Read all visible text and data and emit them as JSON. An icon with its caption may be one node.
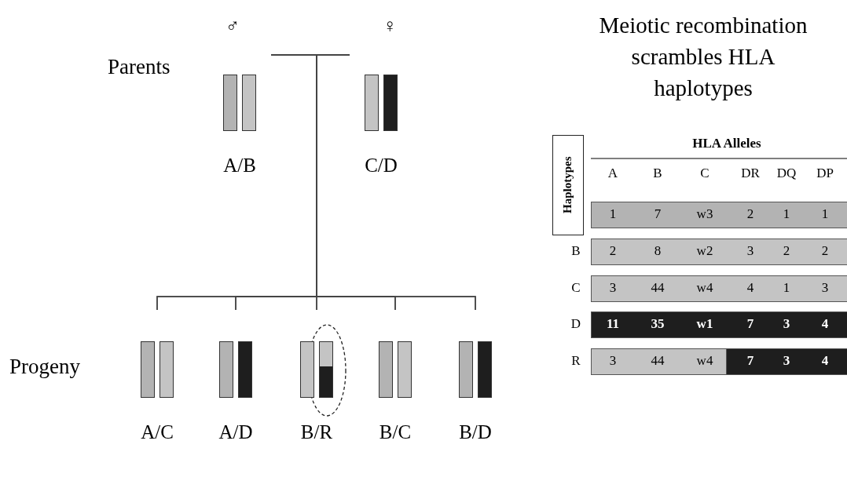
{
  "diagram": {
    "title": "Meiotic recombination scrambles HLA haplotypes",
    "nodes": [
      {
        "text": [
          "A/B"
        ],
        "beside": [
          "♂"
        ]
      },
      {
        "text": [
          "C/D"
        ],
        "beside": [
          "♀"
        ]
      },
      {
        "text": [
          "A/C"
        ]
      },
      {
        "text": [
          "A/D"
        ]
      },
      {
        "text": [
          "B/R"
        ]
      },
      {
        "text": [
          "B/C"
        ]
      },
      {
        "text": [
          "B/D"
        ]
      }
    ],
    "edges": [
      {
        "from": 0,
        "to": 2,
        "arrow": "none"
      },
      {
        "from": 0,
        "to": 3,
        "arrow": "none"
      },
      {
        "from": 0,
        "to": 4,
        "arrow": "none"
      },
      {
        "from": 0,
        "to": 5,
        "arrow": "none"
      },
      {
        "from": 0,
        "to": 6,
        "arrow": "none"
      },
      {
        "from": 1,
        "to": 2,
        "arrow": "none"
      },
      {
        "from": 1,
        "to": 3,
        "arrow": "none"
      },
      {
        "from": 1,
        "to": 4,
        "arrow": "none"
      },
      {
        "from": 1,
        "to": 5,
        "arrow": "none"
      },
      {
        "from": 1,
        "to": 6,
        "arrow": "none"
      }
    ],
    "labels": [
      "Parents",
      "Progeny",
      "Haplotypes",
      "HLA Alleles",
      "A",
      "B",
      "C",
      "DR",
      "DQ",
      "DP",
      "1",
      "7",
      "w3",
      "2",
      "1",
      "1",
      "B",
      "2",
      "8",
      "w2",
      "3",
      "2",
      "2",
      "C",
      "3",
      "44",
      "w4",
      "4",
      "1",
      "3",
      "D",
      "11",
      "35",
      "w1",
      "7",
      "3",
      "4",
      "R",
      "3",
      "44",
      "w4",
      "7",
      "3",
      "4"
    ]
  }
}
